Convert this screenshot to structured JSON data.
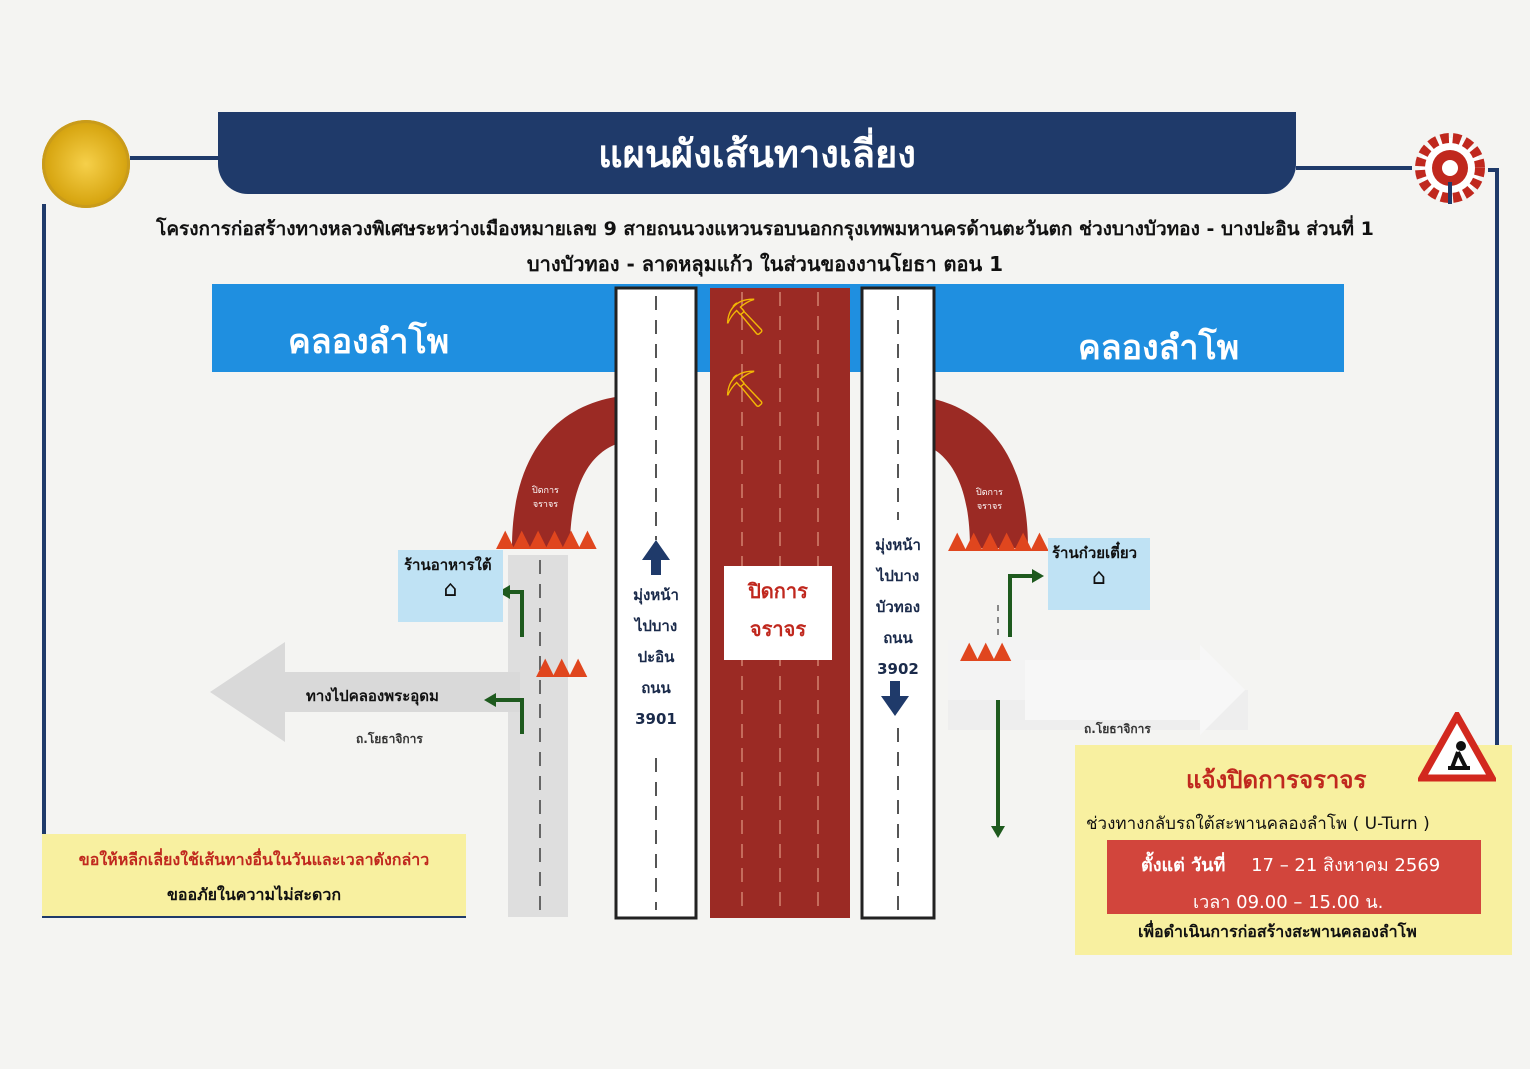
{
  "header": {
    "title": "แผนผังเส้นทางเลี่ยง",
    "subtitle_line1": "โครงการก่อสร้างทางหลวงพิเศษระหว่างเมืองหมายเลข 9 สายถนนวงแหวนรอบนอกกรุงเทพมหานครด้านตะวันตก ช่วงบางบัวทอง - บางปะอิน ส่วนที่ 1",
    "subtitle_line2": "บางบัวทอง - ลาดหลุมแก้ว ในส่วนของงานโยธา ตอน  1"
  },
  "canal": {
    "left_label": "คลองลำโพ",
    "right_label": "คลองลำโพ"
  },
  "roads": {
    "left_direction": [
      "มุ่งหน้า",
      "ไปบาง",
      "ปะอิน",
      "ถนน",
      "3901"
    ],
    "right_direction": [
      "มุ่งหน้า",
      "ไปบาง",
      "บัวทอง",
      "ถนน",
      "3902"
    ],
    "closed_center": [
      "ปิดการ",
      "จราจร"
    ],
    "closed_uturn_left": [
      "ปิดการ",
      "จราจร"
    ],
    "closed_uturn_right": [
      "ปิดการ",
      "จราจร"
    ],
    "detour_arrow_label": "ทางไปคลองพระอุดม",
    "side_road_left": "ถ.โยธาจิการ",
    "side_road_right": "ถ.โยธาจิการ"
  },
  "landmarks": {
    "left_shop": "ร้านอาหารใต้",
    "right_shop": "ร้านก๋วยเตี๋ยว"
  },
  "notice_left": {
    "line1": "ขอให้หลีกเลี่ยงใช้เส้นทางอื่นในวันและเวลาดังกล่าว",
    "line2": "ขออภัยในความไม่สะดวก"
  },
  "notice_right": {
    "heading": "แจ้งปิดการจราจร",
    "location": "ช่วงทางกลับรถใต้สะพานคลองลำโพ ( U-Turn )",
    "date_prefix": "ตั้งแต่ วันที่",
    "date": "17 – 21 สิงหาคม 2569",
    "time": "เวลา 09.00 – 15.00 น.",
    "purpose": "เพื่อดำเนินการก่อสร้างสะพานคลองลำโพ"
  },
  "colors": {
    "navy": "#1f3a6a",
    "canal": "#1f8fe0",
    "closed_road": "#9b2a24",
    "notice_yellow": "#f8f0a0",
    "arrow_green": "#1e5a1e"
  },
  "icons": [
    "seal-logo",
    "gear-logo",
    "excavator-icon",
    "traffic-cone-icon",
    "house-icon",
    "arrow-up-icon",
    "arrow-down-icon",
    "road-work-sign-icon"
  ]
}
